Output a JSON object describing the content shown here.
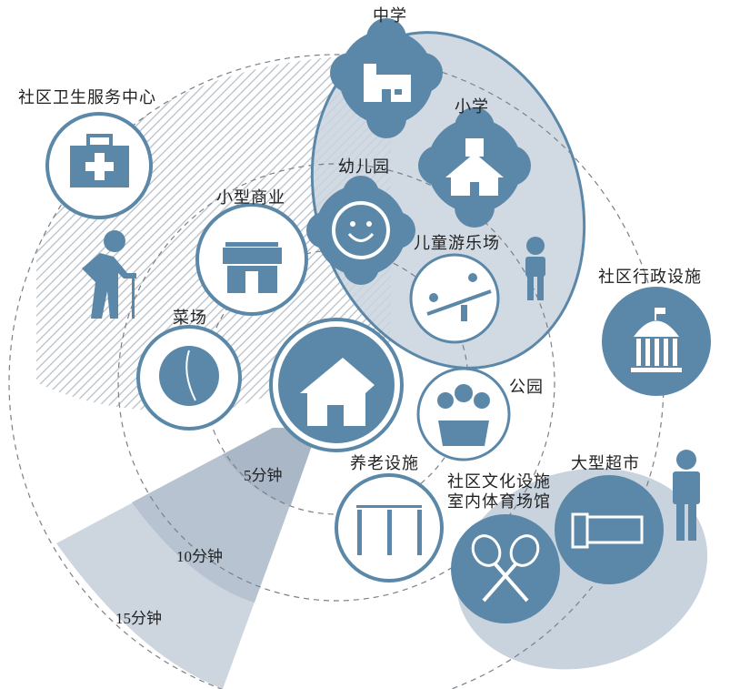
{
  "colors": {
    "primary": "#5b88a8",
    "light_fill": "#c9d3de",
    "hatch": "#b9c0c8",
    "sector_inner": "#a9b7c6",
    "sector_mid": "#b7c3d0",
    "sector_outer": "#cdd5de",
    "dashed_ring": "#7a8088"
  },
  "rings": [
    {
      "label": "5分钟"
    },
    {
      "label": "10分钟"
    },
    {
      "label": "15分钟"
    }
  ],
  "facilities": {
    "health_center": "社区卫生服务中心",
    "middle_school": "中学",
    "primary_school": "小学",
    "kindergarten": "幼儿园",
    "small_commerce": "小型商业",
    "playground": "儿童游乐场",
    "admin": "社区行政设施",
    "vegetable_market": "菜场",
    "park": "公园",
    "elderly_care": "养老设施",
    "culture_sports_line1": "社区文化设施",
    "culture_sports_line2": "室内体育场馆",
    "supermarket": "大型超市"
  }
}
